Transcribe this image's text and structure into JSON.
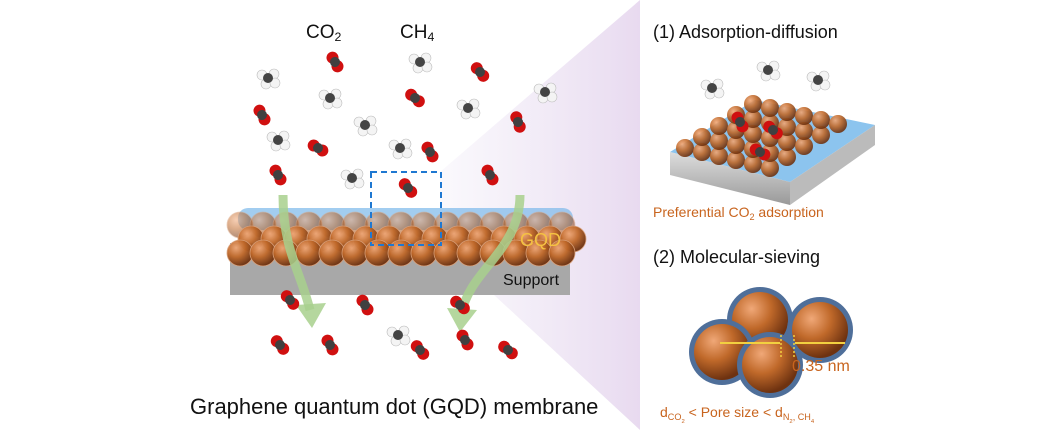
{
  "labels": {
    "co2": "CO",
    "co2_sub": "2",
    "ch4": "CH",
    "ch4_sub": "4",
    "gqd": "GQD",
    "support": "Support",
    "title": "Graphene quantum dot (GQD) membrane",
    "step1": "(1) Adsorption-diffusion",
    "pref_a": "Preferential CO",
    "pref_sub": "2",
    "pref_b": " adsorption",
    "step2": "(2) Molecular-sieving",
    "pore": "0.35 nm",
    "rel_d1": "d",
    "rel_d1_sub": "CO",
    "rel_d1_sub2": "2",
    "rel_mid": " < Pore size < ",
    "rel_d2": "d",
    "rel_d2_sub": "N",
    "rel_d2_sub2": "2",
    "rel_d2_sub3": ", CH",
    "rel_d2_sub4": "4"
  },
  "colors": {
    "gqd": "#c0692a",
    "support": "#a8a8a8",
    "arrow": "#a8d08d",
    "box": "#1f78d1",
    "accent": "#c8641e",
    "gqd_label": "#f5c242",
    "oxygen": "#d01010",
    "carbon": "#404040"
  }
}
